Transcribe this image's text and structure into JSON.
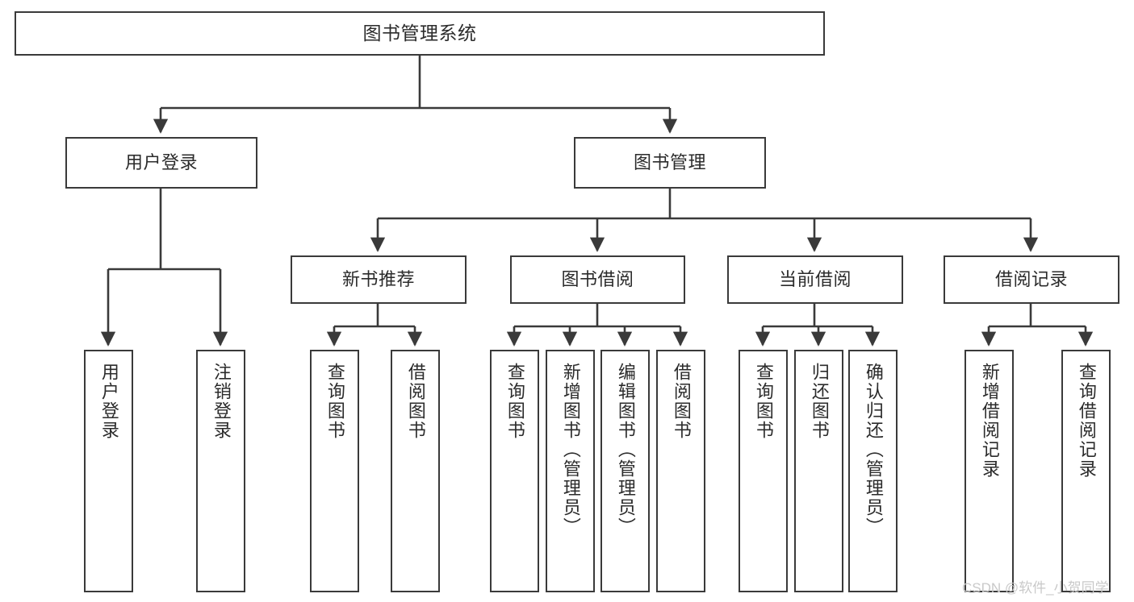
{
  "diagram": {
    "title": "图书管理系统",
    "type": "tree-hierarchy",
    "background_color": "#ffffff",
    "box_border_color": "#3a3a3a",
    "connector_color": "#3a3a3a",
    "text_color": "#2b2b2b"
  },
  "root": {
    "label": "图书管理系统"
  },
  "level1": [
    {
      "label": "用户登录"
    },
    {
      "label": "图书管理"
    }
  ],
  "level2": [
    {
      "label": "新书推荐"
    },
    {
      "label": "图书借阅"
    },
    {
      "label": "当前借阅"
    },
    {
      "label": "借阅记录"
    }
  ],
  "leaves": {
    "user_login": [
      {
        "label": "用户登录"
      },
      {
        "label": "注销登录"
      }
    ],
    "new_book_recommend": [
      {
        "label": "查询图书"
      },
      {
        "label": "借阅图书"
      }
    ],
    "book_borrow": [
      {
        "label": "查询图书"
      },
      {
        "label": "新增图书（管理员）"
      },
      {
        "label": "编辑图书（管理员）"
      },
      {
        "label": "借阅图书"
      }
    ],
    "current_borrow": [
      {
        "label": "查询图书"
      },
      {
        "label": "归还图书"
      },
      {
        "label": "确认归还（管理员）"
      }
    ],
    "borrow_record": [
      {
        "label": "新增借阅记录"
      },
      {
        "label": "查询借阅记录"
      }
    ]
  },
  "watermark": {
    "text": "CSDN @软件_小贺同学"
  }
}
